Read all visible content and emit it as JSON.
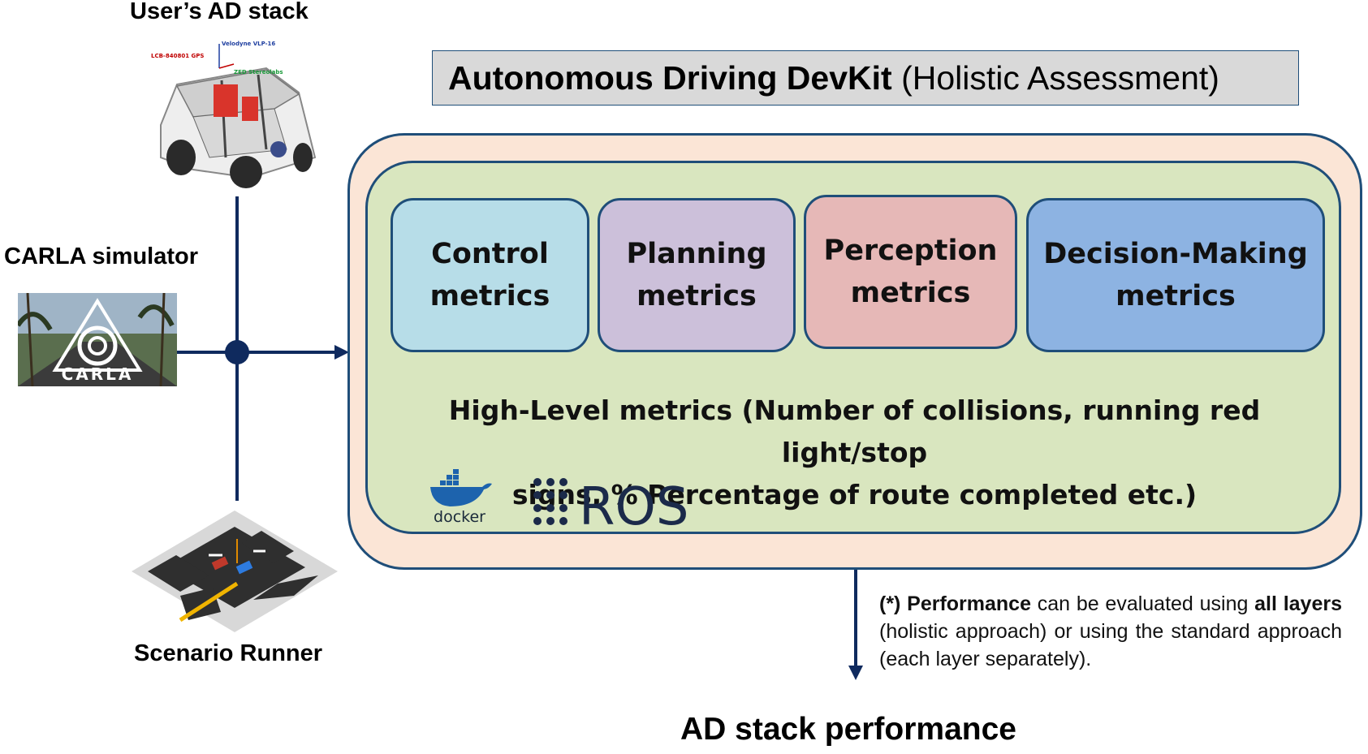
{
  "labels": {
    "user_stack": "User’s AD stack",
    "carla_simulator": "CARLA simulator",
    "scenario_runner": "Scenario Runner",
    "ad_performance": "AD stack performance"
  },
  "car_image": {
    "sensor_labels": [
      "LCB-840801 GPS",
      "Velodyne VLP-16",
      "ZED Stereolabs"
    ]
  },
  "carla_image": {
    "logo_text": "CARLA"
  },
  "devkit": {
    "title_bold": "Autonomous Driving DevKit",
    "title_rest": "(Holistic Assessment)"
  },
  "metrics": [
    {
      "line1": "Control",
      "line2": "metrics",
      "color": "#b7dde8"
    },
    {
      "line1": "Planning",
      "line2": "metrics",
      "color": "#ccc0da"
    },
    {
      "line1": "Perception",
      "line2": "metrics",
      "color": "#e6b8b7"
    },
    {
      "line1": "Decision-Making",
      "line2": "metrics",
      "color": "#8db3e2"
    }
  ],
  "high_level": {
    "line1": "High-Level metrics (Number of collisions, running red light/stop",
    "line2": "signs, % Percentage of route completed etc.)"
  },
  "logos": {
    "docker": "docker",
    "ros": "ROS"
  },
  "note": {
    "prefix_bold": "(*) Performance",
    "text1": " can be evaluated using ",
    "bold2": "all layers",
    "text2": " (holistic approach) or using the standard approach (each layer separately)."
  },
  "colors": {
    "line": "#0f2a5e",
    "border": "#1f4e79",
    "outer_fill": "#fbe5d6",
    "inner_fill": "#d9e6bf",
    "title_fill": "#d9d9d9"
  }
}
